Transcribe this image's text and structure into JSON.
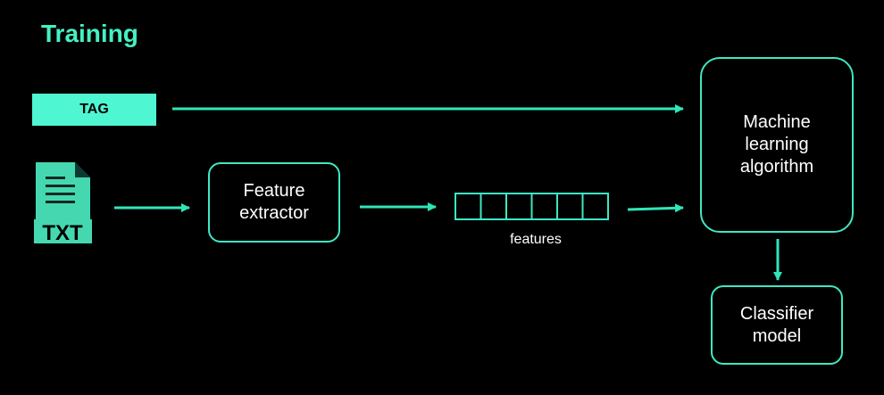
{
  "title": "Training",
  "tag_label": "TAG",
  "file_icon": {
    "name": "txt-file-icon",
    "label": "TXT"
  },
  "nodes": {
    "feature_extractor": "Feature\nextractor",
    "ml_algorithm": "Machine\nlearning\nalgorithm",
    "classifier": "Classifier\nmodel"
  },
  "features_label": "features",
  "colors": {
    "accent": "#3fe7c3",
    "tag_fill": "#4ff6d2",
    "background": "#000000"
  }
}
